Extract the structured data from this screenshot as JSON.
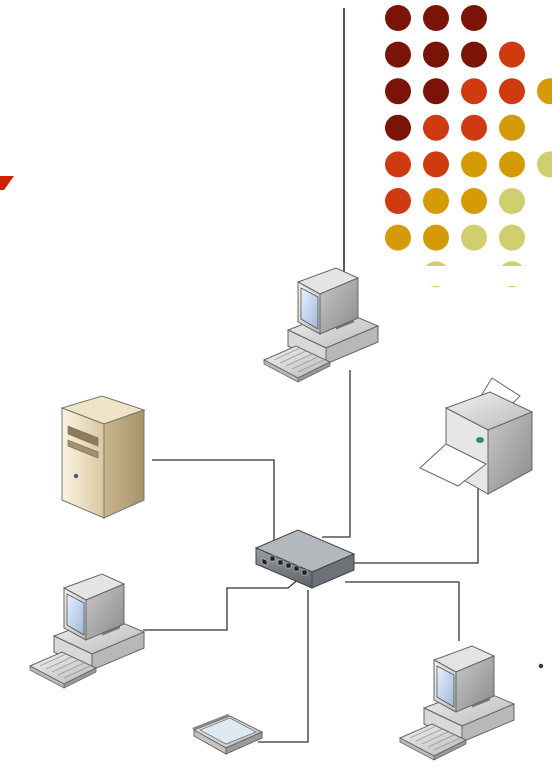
{
  "dot_palette": {
    "maroon": "#7a1408",
    "red_orange": "#cf3a10",
    "gold": "#d49a08",
    "pale_olive": "#cfcf70"
  },
  "dot_grid": [
    [
      "maroon",
      "maroon",
      "maroon"
    ],
    [
      "maroon",
      "maroon",
      "maroon",
      "red_orange"
    ],
    [
      "maroon",
      "maroon",
      "red_orange",
      "red_orange",
      "gold"
    ],
    [
      "maroon",
      "red_orange",
      "red_orange",
      "gold"
    ],
    [
      "red_orange",
      "red_orange",
      "gold",
      "gold",
      "pale_olive"
    ],
    [
      "red_orange",
      "gold",
      "gold",
      "pale_olive"
    ],
    [
      "gold",
      "gold",
      "pale_olive",
      "pale_olive"
    ],
    [
      "",
      "pale_olive",
      "",
      "pale_olive"
    ]
  ],
  "accent_colors": {
    "mark": "#cc2200",
    "line": "#222222",
    "cable": "#333333"
  },
  "devices": [
    {
      "name": "workstation-top",
      "icon": "desktop-computer-icon"
    },
    {
      "name": "server",
      "icon": "server-tower-icon"
    },
    {
      "name": "printer",
      "icon": "printer-icon"
    },
    {
      "name": "hub",
      "icon": "network-switch-icon"
    },
    {
      "name": "workstation-left",
      "icon": "desktop-computer-icon"
    },
    {
      "name": "workstation-right",
      "icon": "desktop-computer-icon"
    },
    {
      "name": "scanner",
      "icon": "flatbed-scanner-icon"
    }
  ]
}
